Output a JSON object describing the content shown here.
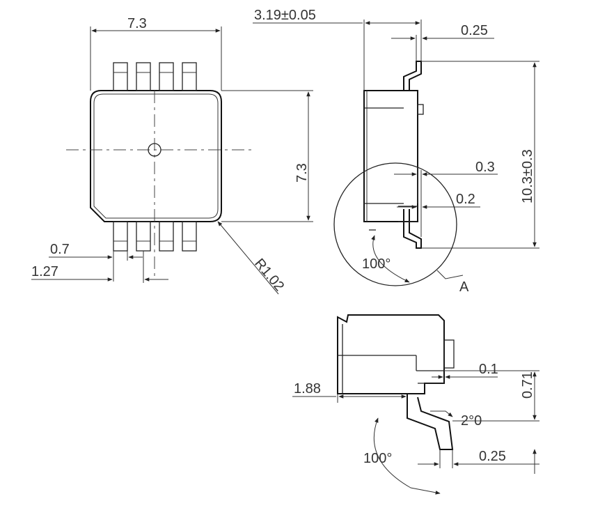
{
  "top_view": {
    "width_dim": "7.3",
    "height_dim": "7.3",
    "lead_width_dim": "0.7",
    "pitch_dim": "1.27",
    "corner_radius_dim": "R1.02"
  },
  "side_view": {
    "body_height_dim": "3.19±0.05",
    "lead_thickness_dim": "0.25",
    "overall_length_dim": "10.3±0.3",
    "standoff_dim": "0.3",
    "lead_gap_dim": "0.2",
    "angle_label": "100°",
    "detail_label": "A"
  },
  "detail_view": {
    "body_dim": "1.88",
    "step_dim": "0.1",
    "height_dim": "0.71",
    "angle_small": "2°0",
    "lead_thickness_dim": "0.25",
    "angle_label": "100°"
  }
}
